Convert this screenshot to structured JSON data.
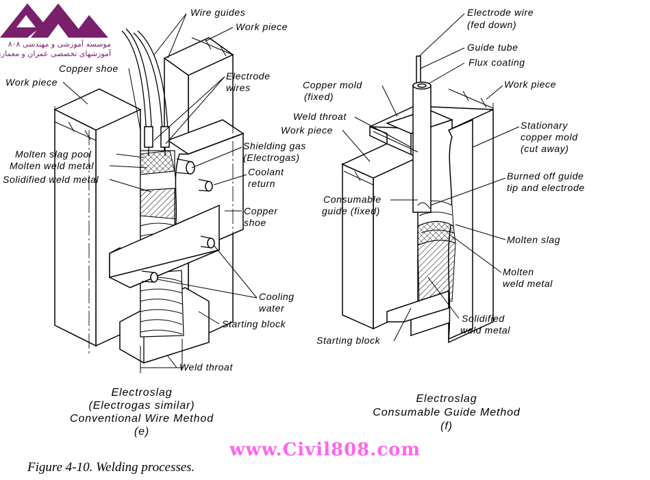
{
  "logo": {
    "line1": "موسسه آموزشی و مهندسی ۸۰۸",
    "line2": "آموزشهای تخصصی عمران و معماری",
    "color": "#7a1f6b"
  },
  "panel_e": {
    "labels": {
      "wire_guides": "Wire guides",
      "work_piece_top": "Work piece",
      "copper_shoe_top": "Copper shoe",
      "electrode_wires_1": "Electrode",
      "electrode_wires_2": "wires",
      "work_piece_left": "Work piece",
      "molten_slag_pool": "Molten slag pool",
      "molten_weld_metal": "Molten weld metal",
      "solidified_weld_metal": "Solidified weld metal",
      "shielding_gas_1": "Shielding gas",
      "shielding_gas_2": "(Electrogas)",
      "coolant_return_1": "Coolant",
      "coolant_return_2": "return",
      "copper_shoe_right_1": "Copper",
      "copper_shoe_right_2": "shoe",
      "cooling_water_1": "Cooling",
      "cooling_water_2": "water",
      "starting_block": "Starting block",
      "weld_throat": "Weld throat"
    },
    "caption": {
      "line1": "Electroslag",
      "line2": "(Electrogas similar)",
      "line3": "Conventional Wire Method",
      "line4": "(e)"
    }
  },
  "panel_f": {
    "labels": {
      "electrode_wire_1": "Electrode wire",
      "electrode_wire_2": "(fed down)",
      "guide_tube": "Guide tube",
      "flux_coating": "Flux coating",
      "copper_mold_1": "Copper mold",
      "copper_mold_2": "(fixed)",
      "work_piece_right": "Work piece",
      "weld_throat": "Weld throat",
      "work_piece_left": "Work piece",
      "stationary_mold_1": "Stationary",
      "stationary_mold_2": "copper mold",
      "stationary_mold_3": "(cut away)",
      "burned_off_1": "Burned off guide",
      "burned_off_2": "tip and electrode",
      "consumable_guide_1": "Consumable",
      "consumable_guide_2": "guide (fixed)",
      "molten_slag": "Molten slag",
      "molten_weld_metal_1": "Molten",
      "molten_weld_metal_2": "weld metal",
      "solidified_weld_metal_1": "Solidified",
      "solidified_weld_metal_2": "weld metal",
      "starting_block": "Starting block"
    },
    "caption": {
      "line1": "Electroslag",
      "line2": "Consumable Guide Method",
      "line3": "(f)"
    }
  },
  "watermark": {
    "text": "www.Civil808.com",
    "color": "#ff66ee"
  },
  "figure_caption": "Figure 4-10.  Welding processes."
}
